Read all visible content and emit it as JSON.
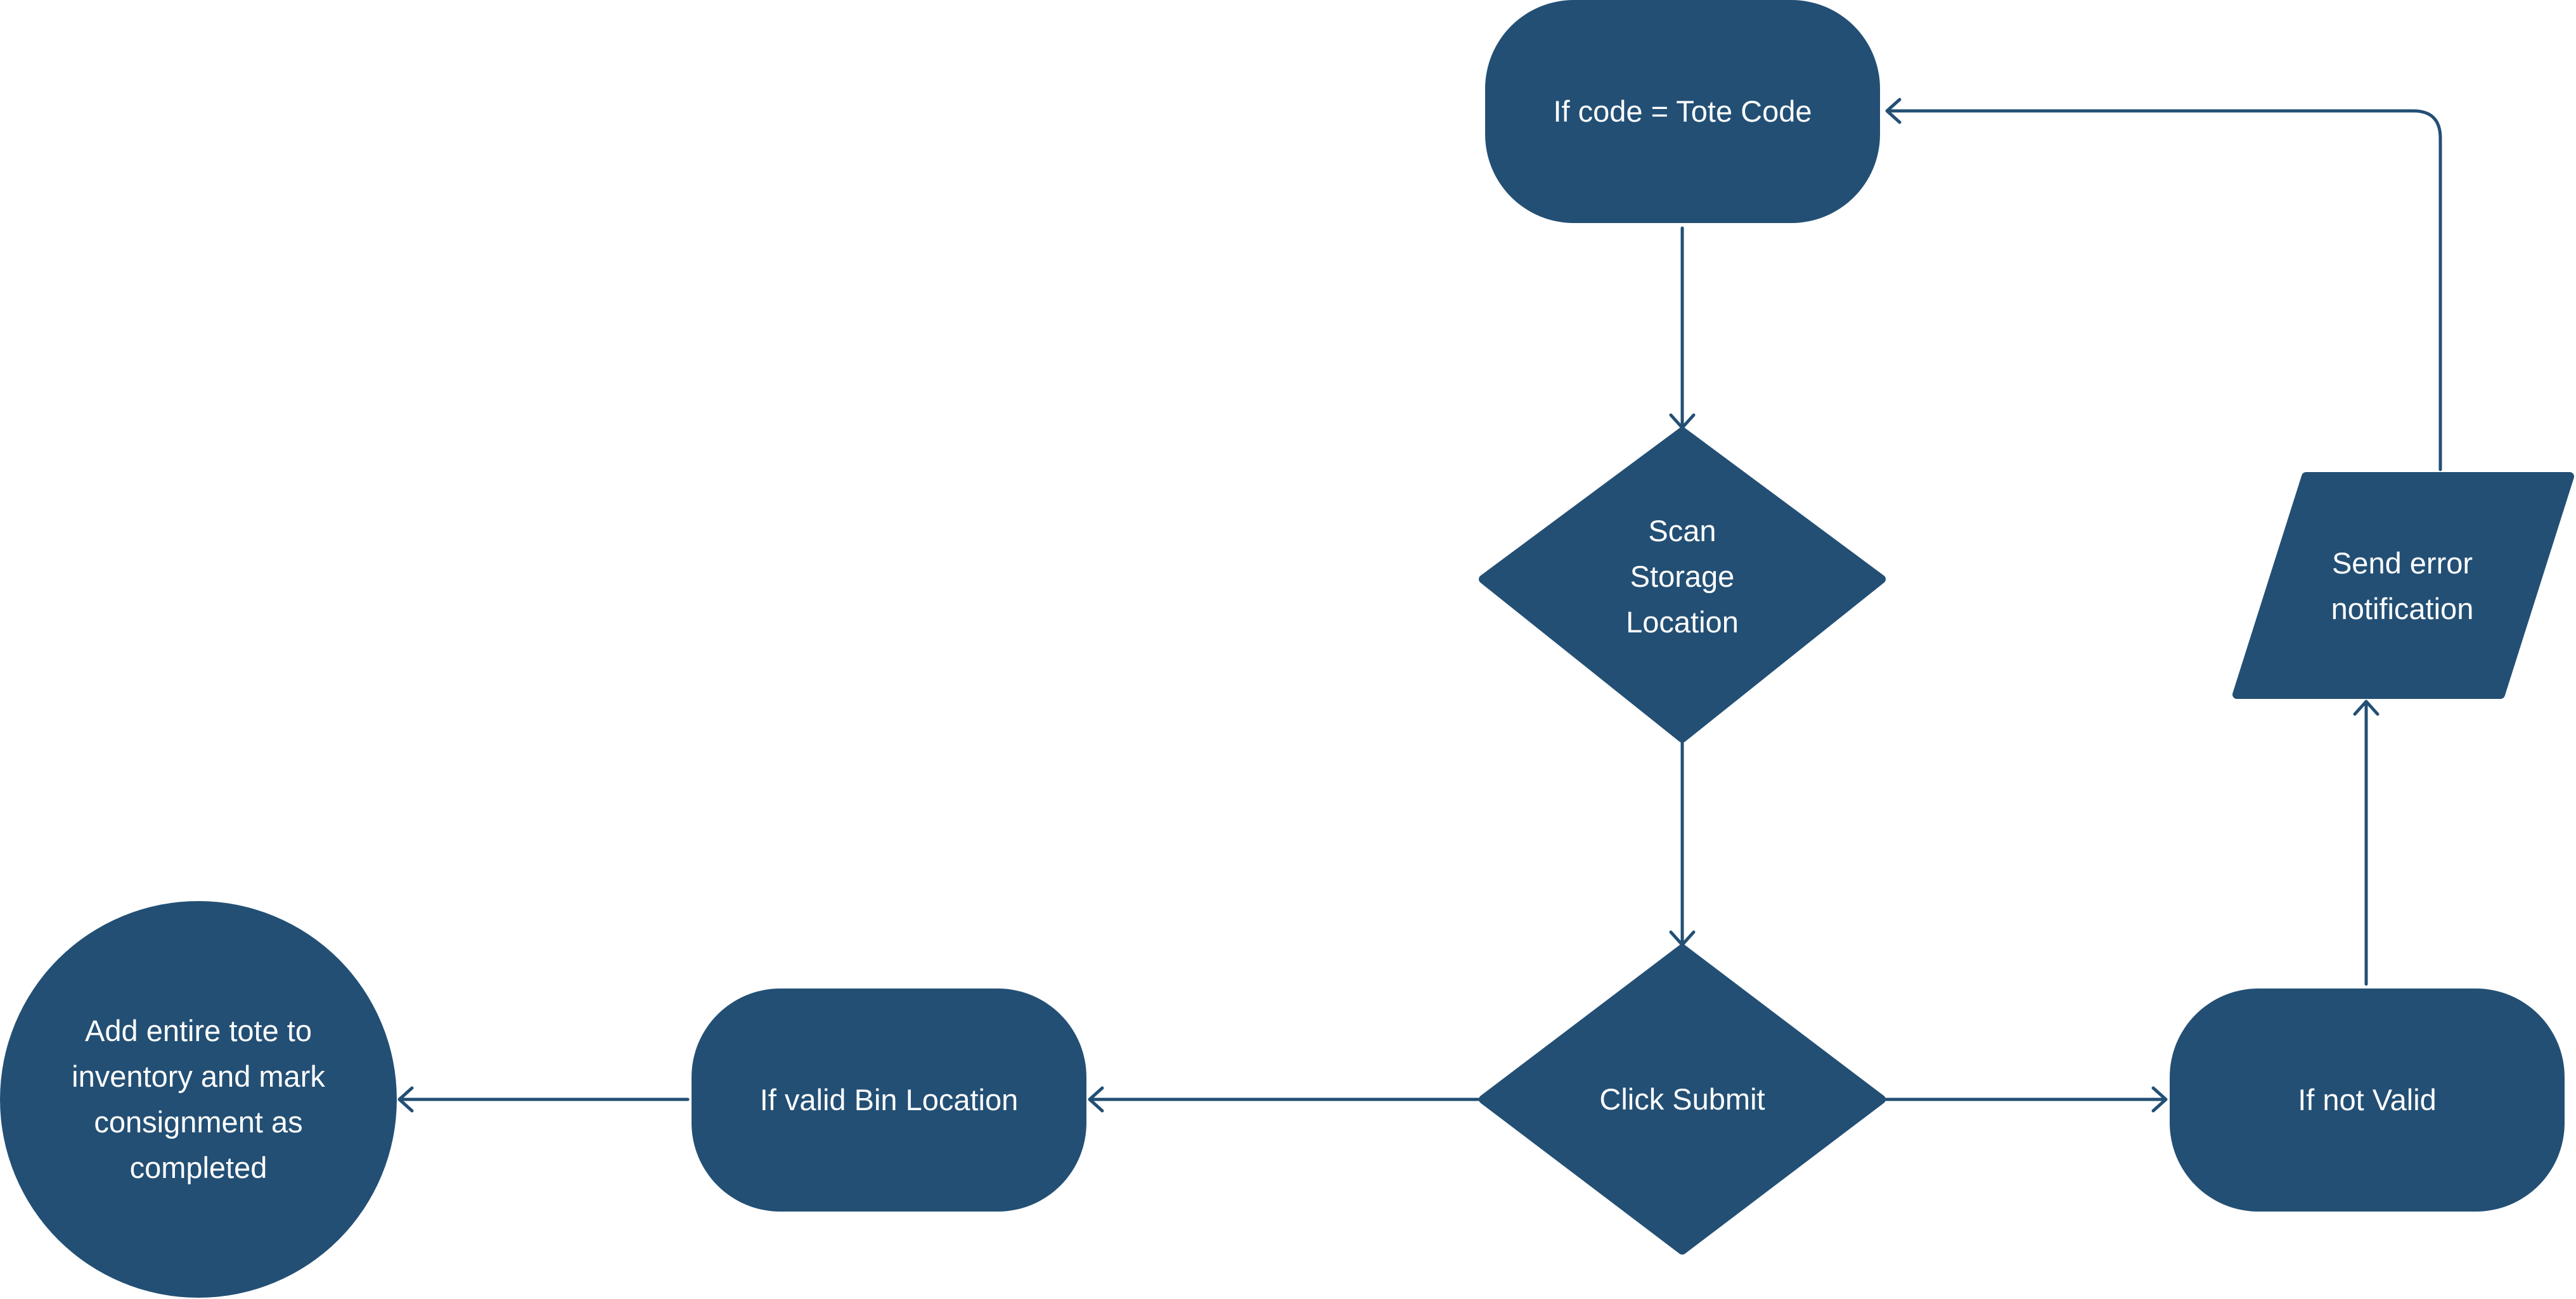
{
  "colors": {
    "node_fill": "#234f74",
    "connector": "#234f74",
    "label_text": "#ffffff",
    "background": "#ffffff"
  },
  "nodes": {
    "tote_code_check": {
      "label": "If code = Tote Code",
      "shape": "rounded-rectangle"
    },
    "scan_storage": {
      "label": "Scan\nStorage\nLocation",
      "shape": "diamond"
    },
    "click_submit": {
      "label": "Click Submit",
      "shape": "diamond"
    },
    "valid_bin": {
      "label": "If valid Bin Location",
      "shape": "rounded-rectangle"
    },
    "not_valid": {
      "label": "If not Valid",
      "shape": "rounded-rectangle"
    },
    "error_notification": {
      "label": "Send error\nnotification",
      "shape": "parallelogram"
    },
    "add_to_inventory": {
      "label": "Add entire tote to\ninventory and mark\nconsignment as\ncompleted",
      "shape": "circle"
    }
  },
  "edges": [
    {
      "from": "tote_code_check",
      "to": "scan_storage"
    },
    {
      "from": "scan_storage",
      "to": "click_submit"
    },
    {
      "from": "click_submit",
      "to": "valid_bin"
    },
    {
      "from": "valid_bin",
      "to": "add_to_inventory"
    },
    {
      "from": "click_submit",
      "to": "not_valid"
    },
    {
      "from": "not_valid",
      "to": "error_notification"
    },
    {
      "from": "error_notification",
      "to": "tote_code_check"
    }
  ]
}
